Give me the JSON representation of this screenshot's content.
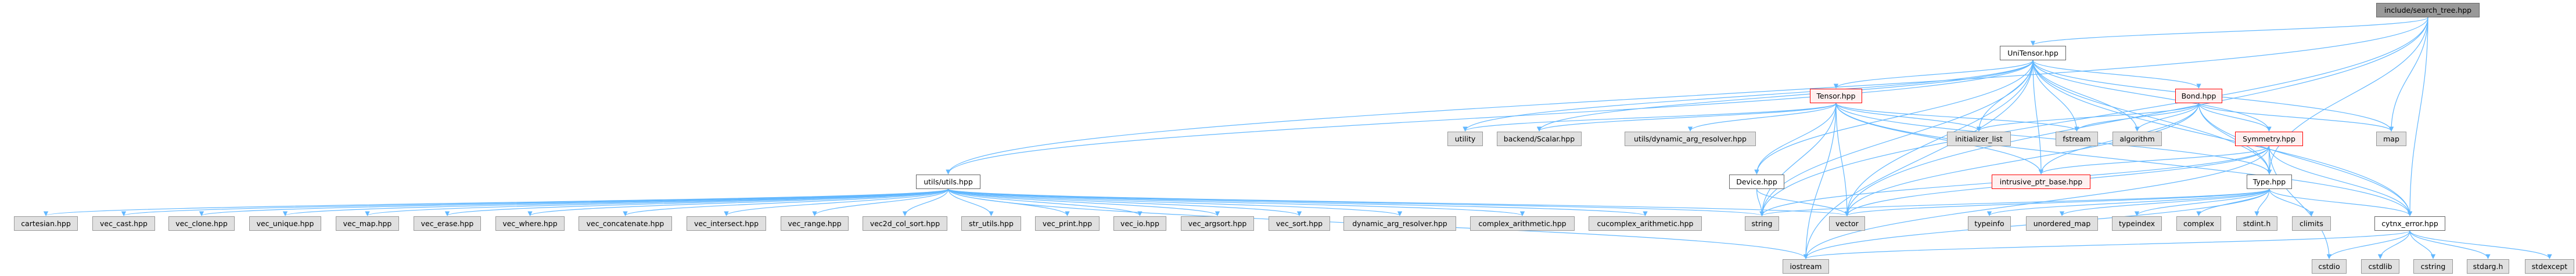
{
  "title": "include/search_tree.hpp",
  "colors": {
    "edge": "#63b8ff",
    "external_fill": "#e0e0e0",
    "highlight_border": "#ff0000",
    "root_fill": "#999999"
  },
  "nodes": [
    {
      "id": "search_tree",
      "label": "include/search_tree.hpp",
      "kind": "root"
    },
    {
      "id": "unitensor",
      "label": "UniTensor.hpp",
      "kind": "normal"
    },
    {
      "id": "tensor",
      "label": "Tensor.hpp",
      "kind": "red"
    },
    {
      "id": "bond",
      "label": "Bond.hpp",
      "kind": "red"
    },
    {
      "id": "utility",
      "label": "utility",
      "kind": "ext"
    },
    {
      "id": "scalar",
      "label": "backend/Scalar.hpp",
      "kind": "ext"
    },
    {
      "id": "dar_utils",
      "label": "utils/dynamic_arg_resolver.hpp",
      "kind": "ext"
    },
    {
      "id": "initlist",
      "label": "initializer_list",
      "kind": "ext"
    },
    {
      "id": "fstream",
      "label": "fstream",
      "kind": "ext"
    },
    {
      "id": "algorithm",
      "label": "algorithm",
      "kind": "ext"
    },
    {
      "id": "symmetry",
      "label": "Symmetry.hpp",
      "kind": "red"
    },
    {
      "id": "map",
      "label": "map",
      "kind": "ext"
    },
    {
      "id": "utils",
      "label": "utils/utils.hpp",
      "kind": "normal"
    },
    {
      "id": "device",
      "label": "Device.hpp",
      "kind": "normal"
    },
    {
      "id": "intrusive",
      "label": "intrusive_ptr_base.hpp",
      "kind": "red"
    },
    {
      "id": "type",
      "label": "Type.hpp",
      "kind": "normal"
    },
    {
      "id": "cartesian",
      "label": "cartesian.hpp",
      "kind": "ext"
    },
    {
      "id": "vec_cast",
      "label": "vec_cast.hpp",
      "kind": "ext"
    },
    {
      "id": "vec_clone",
      "label": "vec_clone.hpp",
      "kind": "ext"
    },
    {
      "id": "vec_unique",
      "label": "vec_unique.hpp",
      "kind": "ext"
    },
    {
      "id": "vec_map",
      "label": "vec_map.hpp",
      "kind": "ext"
    },
    {
      "id": "vec_erase",
      "label": "vec_erase.hpp",
      "kind": "ext"
    },
    {
      "id": "vec_where",
      "label": "vec_where.hpp",
      "kind": "ext"
    },
    {
      "id": "vec_concatenate",
      "label": "vec_concatenate.hpp",
      "kind": "ext"
    },
    {
      "id": "vec_intersect",
      "label": "vec_intersect.hpp",
      "kind": "ext"
    },
    {
      "id": "vec_range",
      "label": "vec_range.hpp",
      "kind": "ext"
    },
    {
      "id": "vec2d_col_sort",
      "label": "vec2d_col_sort.hpp",
      "kind": "ext"
    },
    {
      "id": "str_utils",
      "label": "str_utils.hpp",
      "kind": "ext"
    },
    {
      "id": "vec_print",
      "label": "vec_print.hpp",
      "kind": "ext"
    },
    {
      "id": "vec_io",
      "label": "vec_io.hpp",
      "kind": "ext"
    },
    {
      "id": "vec_argsort",
      "label": "vec_argsort.hpp",
      "kind": "ext"
    },
    {
      "id": "vec_sort",
      "label": "vec_sort.hpp",
      "kind": "ext"
    },
    {
      "id": "dar",
      "label": "dynamic_arg_resolver.hpp",
      "kind": "ext"
    },
    {
      "id": "complex_arith",
      "label": "complex_arithmetic.hpp",
      "kind": "ext"
    },
    {
      "id": "cucomplex_arith",
      "label": "cucomplex_arithmetic.hpp",
      "kind": "ext"
    },
    {
      "id": "string",
      "label": "string",
      "kind": "ext"
    },
    {
      "id": "vector",
      "label": "vector",
      "kind": "ext"
    },
    {
      "id": "typeinfo",
      "label": "typeinfo",
      "kind": "ext"
    },
    {
      "id": "unordered_map",
      "label": "unordered_map",
      "kind": "ext"
    },
    {
      "id": "typeindex",
      "label": "typeindex",
      "kind": "ext"
    },
    {
      "id": "complex",
      "label": "complex",
      "kind": "ext"
    },
    {
      "id": "stdint",
      "label": "stdint.h",
      "kind": "ext"
    },
    {
      "id": "climits",
      "label": "climits",
      "kind": "ext"
    },
    {
      "id": "cytnx_error",
      "label": "cytnx_error.hpp",
      "kind": "normal"
    },
    {
      "id": "iostream",
      "label": "iostream",
      "kind": "ext"
    },
    {
      "id": "cstdio",
      "label": "cstdio",
      "kind": "ext"
    },
    {
      "id": "cstdlib",
      "label": "cstdlib",
      "kind": "ext"
    },
    {
      "id": "cstring",
      "label": "cstring",
      "kind": "ext"
    },
    {
      "id": "stdarg",
      "label": "stdarg.h",
      "kind": "ext"
    },
    {
      "id": "stdexcept",
      "label": "stdexcept",
      "kind": "ext"
    }
  ],
  "edges": [
    [
      "search_tree",
      "unitensor"
    ],
    [
      "search_tree",
      "utils"
    ],
    [
      "search_tree",
      "type"
    ],
    [
      "search_tree",
      "map"
    ],
    [
      "search_tree",
      "cytnx_error"
    ],
    [
      "search_tree",
      "vector"
    ],
    [
      "search_tree",
      "string"
    ],
    [
      "unitensor",
      "utils"
    ],
    [
      "unitensor",
      "tensor"
    ],
    [
      "unitensor",
      "bond"
    ],
    [
      "unitensor",
      "symmetry"
    ],
    [
      "unitensor",
      "initlist"
    ],
    [
      "unitensor",
      "fstream"
    ],
    [
      "unitensor",
      "algorithm"
    ],
    [
      "unitensor",
      "intrusive"
    ],
    [
      "unitensor",
      "map"
    ],
    [
      "unitensor",
      "type"
    ],
    [
      "unitensor",
      "cytnx_error"
    ],
    [
      "unitensor",
      "utility"
    ],
    [
      "unitensor",
      "scalar"
    ],
    [
      "unitensor",
      "device"
    ],
    [
      "unitensor",
      "string"
    ],
    [
      "unitensor",
      "vector"
    ],
    [
      "unitensor",
      "iostream"
    ],
    [
      "tensor",
      "device"
    ],
    [
      "tensor",
      "intrusive"
    ],
    [
      "tensor",
      "type"
    ],
    [
      "tensor",
      "initlist"
    ],
    [
      "tensor",
      "fstream"
    ],
    [
      "tensor",
      "vector"
    ],
    [
      "tensor",
      "iostream"
    ],
    [
      "tensor",
      "cytnx_error"
    ],
    [
      "tensor",
      "utility"
    ],
    [
      "tensor",
      "scalar"
    ],
    [
      "tensor",
      "dar_utils"
    ],
    [
      "tensor",
      "string"
    ],
    [
      "bond",
      "initlist"
    ],
    [
      "bond",
      "fstream"
    ],
    [
      "bond",
      "algorithm"
    ],
    [
      "bond",
      "symmetry"
    ],
    [
      "bond",
      "map"
    ],
    [
      "bond",
      "type"
    ],
    [
      "bond",
      "cytnx_error"
    ],
    [
      "bond",
      "intrusive"
    ],
    [
      "bond",
      "vector"
    ],
    [
      "symmetry",
      "type"
    ],
    [
      "symmetry",
      "intrusive"
    ],
    [
      "symmetry",
      "cytnx_error"
    ],
    [
      "symmetry",
      "vector"
    ],
    [
      "symmetry",
      "string"
    ],
    [
      "symmetry",
      "cstdio"
    ],
    [
      "symmetry",
      "iostream"
    ],
    [
      "type",
      "string"
    ],
    [
      "type",
      "vector"
    ],
    [
      "type",
      "typeinfo"
    ],
    [
      "type",
      "unordered_map"
    ],
    [
      "type",
      "typeindex"
    ],
    [
      "type",
      "complex"
    ],
    [
      "type",
      "stdint"
    ],
    [
      "type",
      "climits"
    ],
    [
      "type",
      "cytnx_error"
    ],
    [
      "type",
      "iostream"
    ],
    [
      "device",
      "string"
    ],
    [
      "device",
      "vector"
    ],
    [
      "cytnx_error",
      "iostream"
    ],
    [
      "cytnx_error",
      "cstdio"
    ],
    [
      "cytnx_error",
      "cstdlib"
    ],
    [
      "cytnx_error",
      "cstring"
    ],
    [
      "cytnx_error",
      "stdarg"
    ],
    [
      "cytnx_error",
      "stdexcept"
    ],
    [
      "utils",
      "cartesian"
    ],
    [
      "utils",
      "vec_cast"
    ],
    [
      "utils",
      "vec_clone"
    ],
    [
      "utils",
      "vec_unique"
    ],
    [
      "utils",
      "vec_map"
    ],
    [
      "utils",
      "vec_erase"
    ],
    [
      "utils",
      "vec_where"
    ],
    [
      "utils",
      "vec_concatenate"
    ],
    [
      "utils",
      "vec_intersect"
    ],
    [
      "utils",
      "vec_range"
    ],
    [
      "utils",
      "vec2d_col_sort"
    ],
    [
      "utils",
      "str_utils"
    ],
    [
      "utils",
      "vec_print"
    ],
    [
      "utils",
      "vec_io"
    ],
    [
      "utils",
      "vec_argsort"
    ],
    [
      "utils",
      "vec_sort"
    ],
    [
      "utils",
      "dar"
    ],
    [
      "utils",
      "complex_arith"
    ],
    [
      "utils",
      "cucomplex_arith"
    ],
    [
      "utils",
      "string"
    ],
    [
      "utils",
      "vector"
    ],
    [
      "utils",
      "iostream"
    ]
  ]
}
